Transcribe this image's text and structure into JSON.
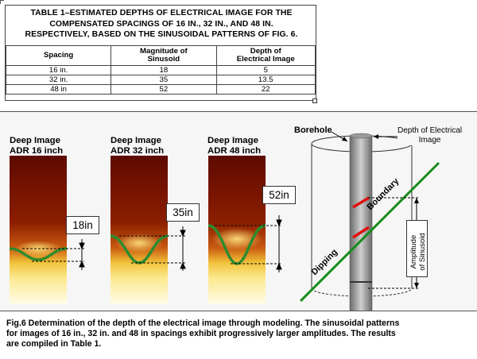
{
  "table": {
    "caption_line1": "TABLE 1–ESTIMATED DEPTHS OF ELECTRICAL IMAGE FOR THE",
    "caption_line2": "COMPENSATED SPACINGS OF 16 IN., 32 IN., AND 48 IN.",
    "caption_line3": "RESPECTIVELY, BASED ON THE SINUSOIDAL PATTERNS OF FIG. 6.",
    "headers": {
      "spacing": "Spacing",
      "magnitude_line1": "Magnitude of",
      "magnitude_line2": "Sinusoid",
      "depth_line1": "Depth of",
      "depth_line2": "Electrical Image"
    },
    "rows": [
      {
        "spacing": "16 in.",
        "magnitude": "18",
        "depth": "5"
      },
      {
        "spacing": "32 in.",
        "magnitude": "35",
        "depth": "13.5"
      },
      {
        "spacing": "48 in",
        "magnitude": "52",
        "depth": "22"
      }
    ]
  },
  "figure": {
    "panels": [
      {
        "title_line1": "Deep Image",
        "title_line2": "ADR 16 inch",
        "amplitude": "18in",
        "sinusoid_fraction": 0.18
      },
      {
        "title_line1": "Deep Image",
        "title_line2": "ADR 32 inch",
        "amplitude": "35in",
        "sinusoid_fraction": 0.35
      },
      {
        "title_line1": "Deep Image",
        "title_line2": "ADR 48 inch",
        "amplitude": "52in",
        "sinusoid_fraction": 0.52
      }
    ],
    "diagram": {
      "borehole_label": "Borehole",
      "depth_label_line1": "Depth of Electrical",
      "depth_label_line2": "Image",
      "boundary_label": "Boundary",
      "dipping_label": "Dipping",
      "amplitude_label_line1": "Amplitude",
      "amplitude_label_line2": "of Sinusoid",
      "boundary_color": "#1a8a1a",
      "marker_color": "#e01010"
    },
    "caption_line1": "Fig.6 Determination of the depth of the electrical image through modeling. The sinusoidal patterns",
    "caption_line2": "for images of 16 in.,  32 in. and 48 in spacings exhibit progressively larger amplitudes. The results",
    "caption_line3": "are compiled in Table 1."
  }
}
